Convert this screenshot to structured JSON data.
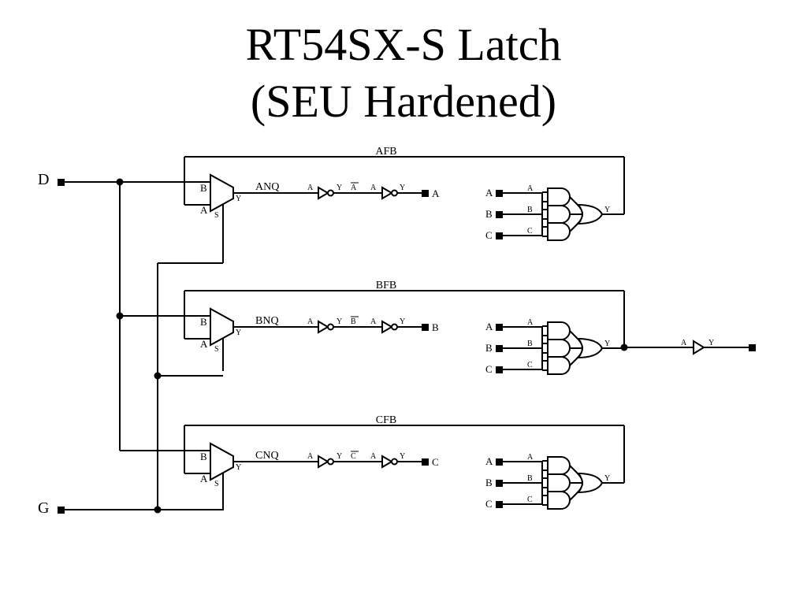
{
  "title": {
    "line1": "RT54SX-S Latch",
    "line2": "(SEU Hardened)"
  },
  "inputs": {
    "d": "D",
    "g": "G"
  },
  "rows": [
    {
      "feedback_label": "AFB",
      "mux_output": "ANQ",
      "inverted": "A",
      "out_label": "A"
    },
    {
      "feedback_label": "BFB",
      "mux_output": "BNQ",
      "inverted": "B",
      "out_label": "B"
    },
    {
      "feedback_label": "CFB",
      "mux_output": "CNQ",
      "inverted": "C",
      "out_label": "C"
    }
  ],
  "pins": {
    "mux_b": "B",
    "mux_a": "A",
    "mux_s": "S",
    "out_y": "Y",
    "in_a": "A"
  },
  "majority_inputs": [
    "A",
    "B",
    "C"
  ],
  "gate_pins": [
    "A",
    "B",
    "C"
  ]
}
